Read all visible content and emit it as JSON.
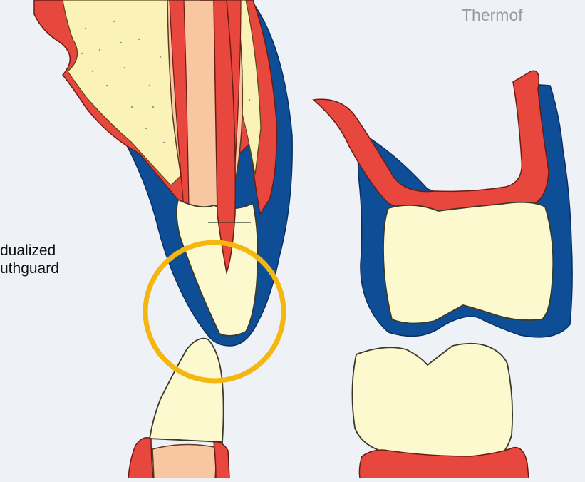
{
  "labels": {
    "thermoformed_partial": "Thermof",
    "individualized_line1": "dualized",
    "individualized_line2": "uthguard"
  },
  "colors": {
    "background": "#eef1f5",
    "gum_red": "#e8473e",
    "mouthguard_blue": "#0d4e96",
    "bone_cream": "#fbf2b8",
    "root_peach": "#f8c6a0",
    "tooth_enamel": "#fdf9cf",
    "highlight_circle": "#f3b70f"
  }
}
